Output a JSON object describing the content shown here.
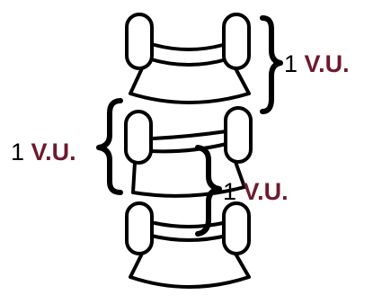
{
  "labels": {
    "top_right": {
      "num": "1",
      "unit": "V.U."
    },
    "left": {
      "num": "1",
      "unit": "V.U."
    },
    "middle": {
      "num": "1",
      "unit": "V.U."
    }
  },
  "colors": {
    "stroke": "#000000",
    "unit_text": "#6e1a2e",
    "background": "#ffffff"
  }
}
